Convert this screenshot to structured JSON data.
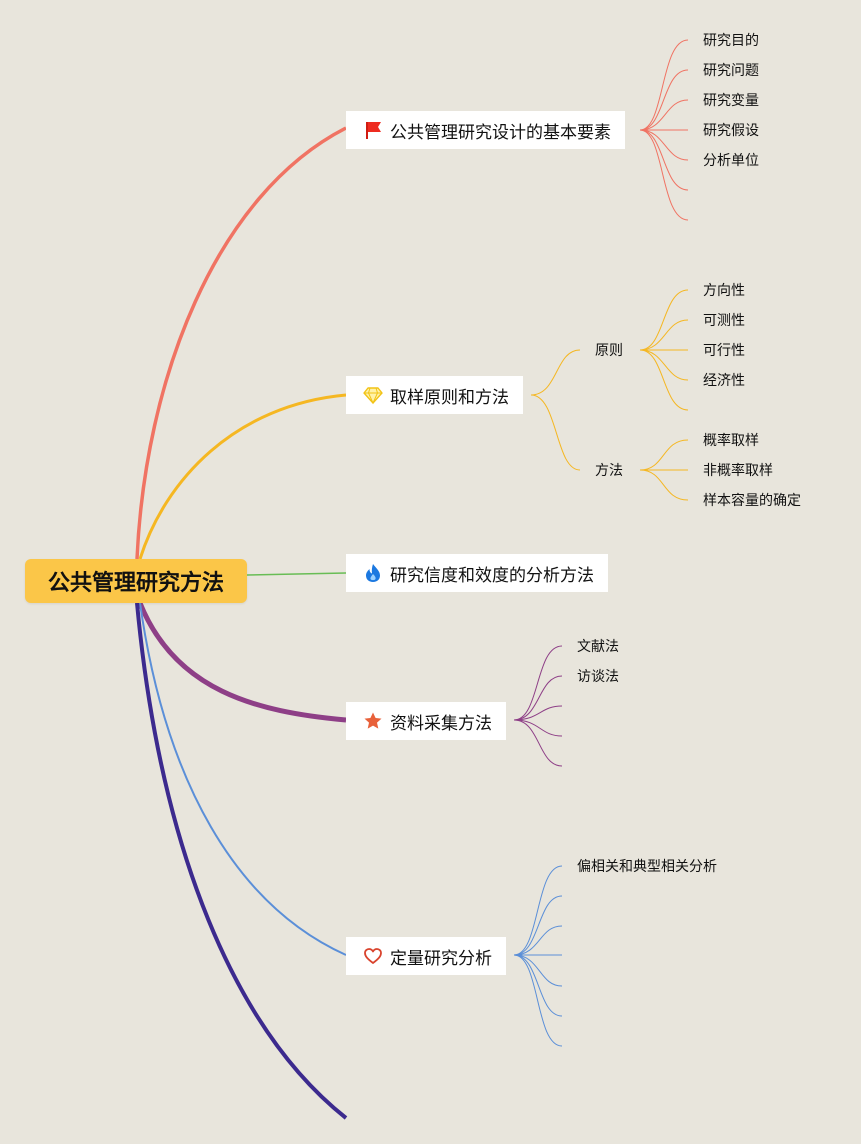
{
  "root": {
    "label": "公共管理研究方法"
  },
  "colors": {
    "root_bg": "#fbc648",
    "branch_1": "#f07363",
    "branch_2": "#f5b722",
    "branch_3": "#68bd55",
    "branch_4": "#8e3f87",
    "branch_5": "#5b8fd8",
    "branch_6": "#3c2a8e"
  },
  "topics": [
    {
      "label": "公共管理研究设计的基本要素",
      "icon": "red-flag-icon",
      "leaves": [
        "研究目的",
        "研究问题",
        "研究变量",
        "研究假设",
        "分析单位"
      ]
    },
    {
      "label": "取样原则和方法",
      "icon": "diamond-icon",
      "groups": [
        {
          "label": "原则",
          "leaves": [
            "方向性",
            "可测性",
            "可行性",
            "经济性"
          ]
        },
        {
          "label": "方法",
          "leaves": [
            "概率取样",
            "非概率取样",
            "样本容量的确定"
          ]
        }
      ]
    },
    {
      "label": "研究信度和效度的分析方法",
      "icon": "flame-icon"
    },
    {
      "label": "资料采集方法",
      "icon": "star-icon",
      "leaves": [
        "文献法",
        "访谈法"
      ]
    },
    {
      "label": "定量研究分析",
      "icon": "heart-icon",
      "leaves": [
        "偏相关和典型相关分析"
      ]
    }
  ]
}
